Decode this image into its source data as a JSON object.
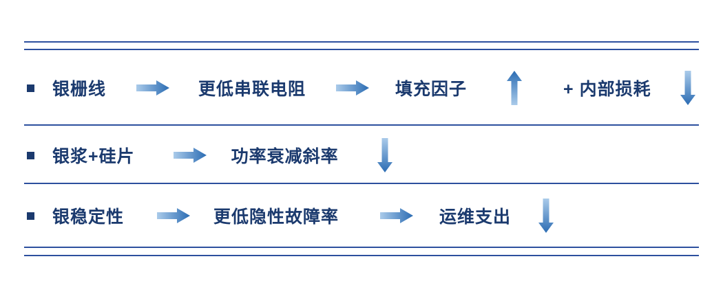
{
  "colors": {
    "text": "#1b3a6e",
    "line": "#2c4f9e",
    "arrow_light": "#aacbea",
    "arrow_dark": "#2b6cb3"
  },
  "rows": [
    {
      "bullet": "square-bullet",
      "labels": [
        "银栅线",
        "更低串联电阻",
        "填充因子",
        "+ 内部损耗"
      ],
      "icons": [
        "arrow-right",
        "arrow-right",
        "arrow-up",
        "arrow-down"
      ]
    },
    {
      "bullet": "square-bullet",
      "labels": [
        "银浆+硅片",
        "功率衰减斜率"
      ],
      "icons": [
        "arrow-right",
        "arrow-down"
      ]
    },
    {
      "bullet": "square-bullet",
      "labels": [
        "银稳定性",
        "更低隐性故障率",
        "运维支出"
      ],
      "icons": [
        "arrow-right",
        "arrow-right",
        "arrow-down"
      ]
    }
  ]
}
